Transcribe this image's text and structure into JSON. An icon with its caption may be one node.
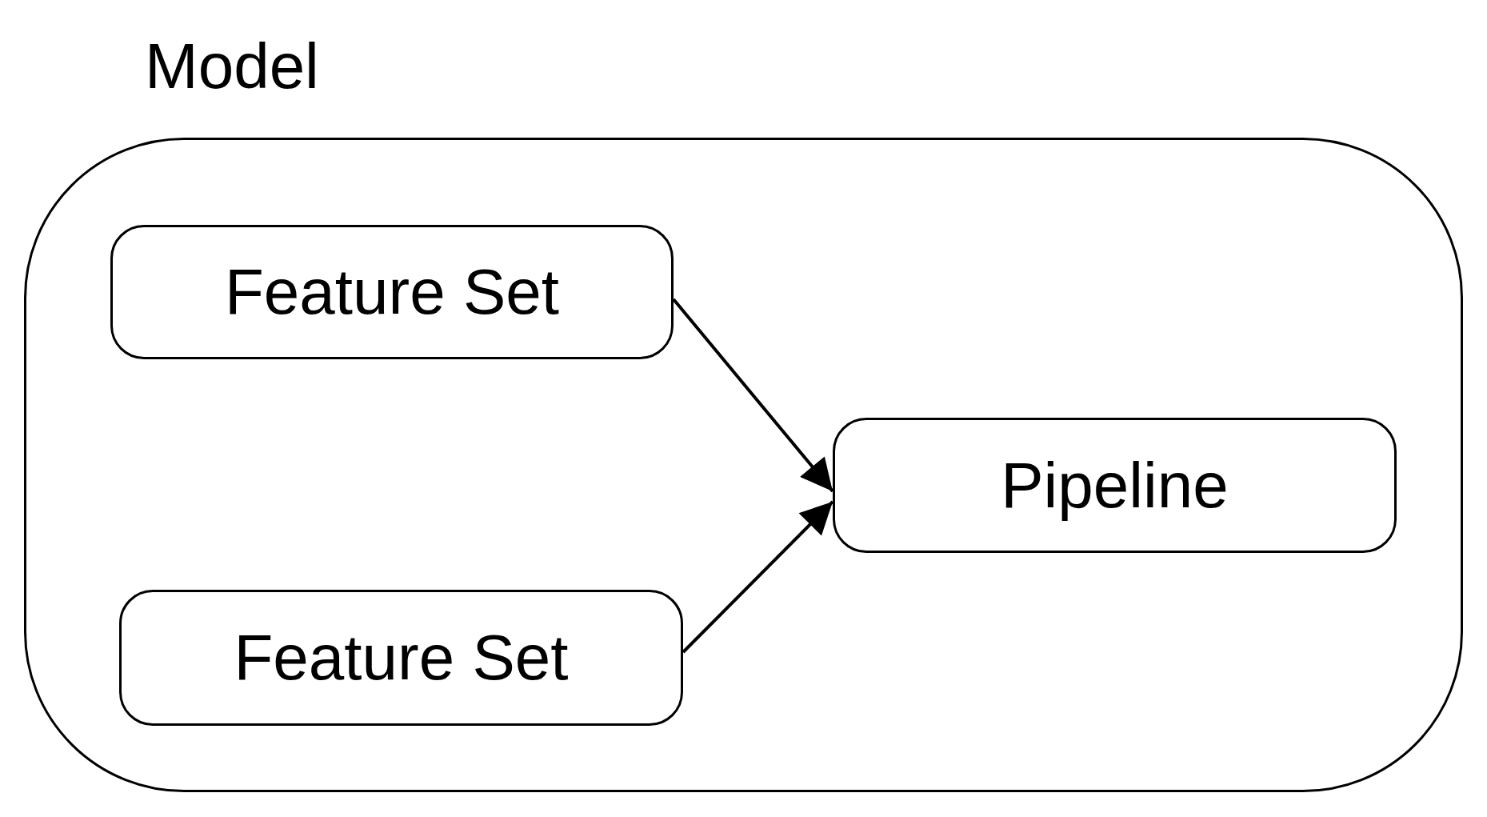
{
  "diagram": {
    "nodes": [
      {
        "text": [
          "Model"
        ]
      },
      {
        "text": [
          "Feature Set"
        ],
        "in": 0
      },
      {
        "text": [
          "Feature Set"
        ],
        "in": 0
      },
      {
        "text": [
          "Pipeline"
        ],
        "in": 0
      }
    ],
    "edges": [
      {
        "from": 1,
        "to": 3,
        "arrow": "to"
      },
      {
        "from": 2,
        "to": 3,
        "arrow": "to"
      }
    ]
  }
}
